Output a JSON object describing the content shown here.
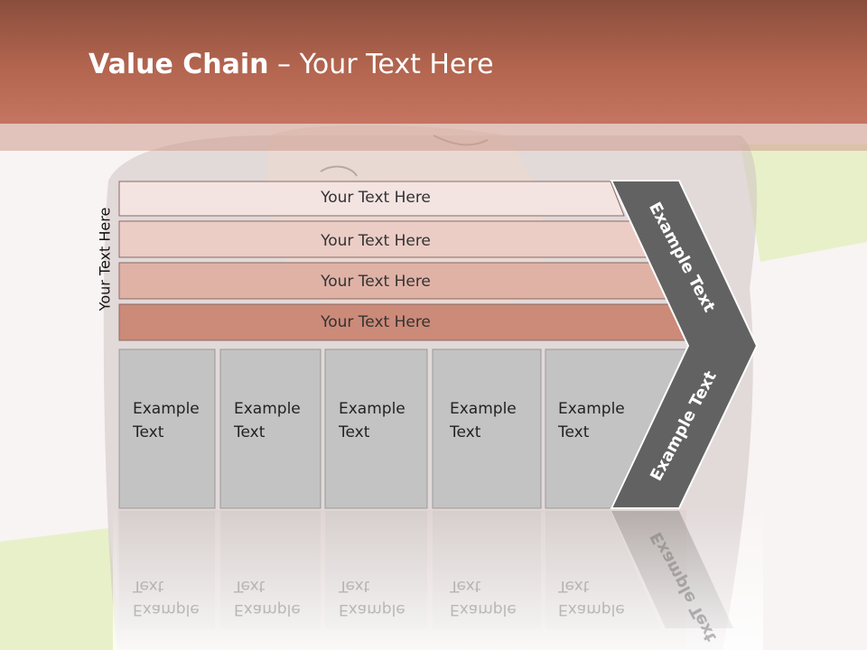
{
  "slide": {
    "title_bold": "Value Chain",
    "title_rest": " – Your Text Here",
    "side_label": "Your Text Here"
  },
  "bars": [
    {
      "label": "Your Text Here"
    },
    {
      "label": "Your Text Here"
    },
    {
      "label": "Your Text Here"
    },
    {
      "label": "Your Text Here"
    }
  ],
  "boxes": [
    {
      "line1": "Example",
      "line2": "Text"
    },
    {
      "line1": "Example",
      "line2": "Text"
    },
    {
      "line1": "Example",
      "line2": "Text"
    },
    {
      "line1": "Example",
      "line2": "Text"
    },
    {
      "line1": "Example",
      "line2": "Text"
    }
  ],
  "arrow": {
    "upper_label": "Example Text",
    "lower_label": "Example Text"
  },
  "colors": {
    "header": "#b3654f",
    "bar1": "#f3e4e2",
    "bar2": "#ebcdc6",
    "bar3": "#e0b2a6",
    "bar4": "#cc8a78",
    "box": "#c3c3c3",
    "arrow": "#626262"
  }
}
